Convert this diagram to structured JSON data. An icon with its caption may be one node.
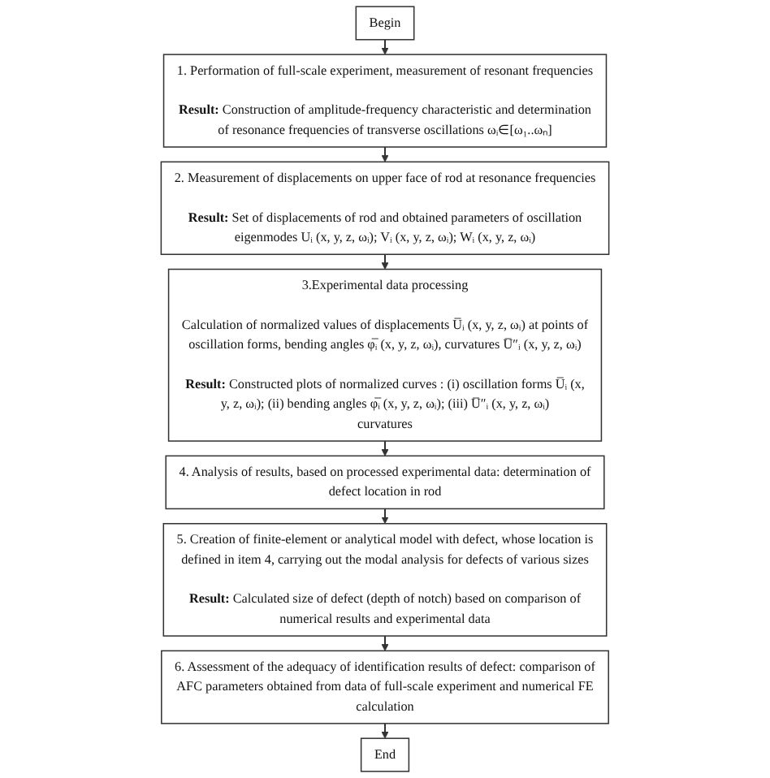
{
  "diagram": {
    "nodes": [
      {
        "text": [
          "Begin"
        ]
      },
      {
        "text": [
          "1. Performation of full-scale experiment, measurement of resonant frequencies",
          "**Result:** Construction of amplitude-frequency characteristic and determination of resonance frequencies of transverse oscillations ωᵢ∈[ω₁..ωₙ]"
        ]
      },
      {
        "text": [
          "2. Measurement of displacements on upper face of rod at resonance frequencies",
          "**Result:** Set of displacements of rod and obtained parameters of oscillation eigenmodes Uᵢ (x, y, z, ωᵢ); Vᵢ (x, y, z, ωᵢ); Wᵢ (x, y, z, ωᵢ)"
        ]
      },
      {
        "text": [
          "3.Experimental data processing",
          "Calculation of normalized values of displacements U̅ᵢ (x, y, z, ωᵢ) at points of oscillation forms, bending angles φ̅ᵢ (x, y, z, ωᵢ), curvatures U̅″ᵢ (x, y, z, ωᵢ)",
          "**Result:** Constructed plots of normalized curves : (i) oscillation forms U̅ᵢ (x, y, z, ωᵢ); (ii) bending angles φ̅ᵢ (x, y, z, ωᵢ); (iii) U̅″ᵢ (x, y, z, ωᵢ) curvatures"
        ]
      },
      {
        "text": [
          "4. Analysis of results, based on processed experimental data: determination of defect location in rod"
        ]
      },
      {
        "text": [
          "5. Creation of finite-element or analytical model with defect, whose location is defined in item 4, carrying out the modal analysis for defects of various sizes",
          "**Result:** Calculated size of defect (depth of notch) based on comparison of numerical results and experimental data"
        ]
      },
      {
        "text": [
          "6. Assessment of the adequacy of identification results of defect: comparison of  AFC parameters obtained from data of full-scale experiment and numerical FE calculation"
        ]
      },
      {
        "text": [
          "End"
        ]
      }
    ],
    "edges": [
      {
        "from": 0,
        "to": 1,
        "arrow": "to"
      },
      {
        "from": 1,
        "to": 2,
        "arrow": "to"
      },
      {
        "from": 2,
        "to": 3,
        "arrow": "to"
      },
      {
        "from": 3,
        "to": 4,
        "arrow": "to"
      },
      {
        "from": 4,
        "to": 5,
        "arrow": "to"
      },
      {
        "from": 5,
        "to": 6,
        "arrow": "to"
      },
      {
        "from": 6,
        "to": 7,
        "arrow": "to"
      }
    ]
  }
}
